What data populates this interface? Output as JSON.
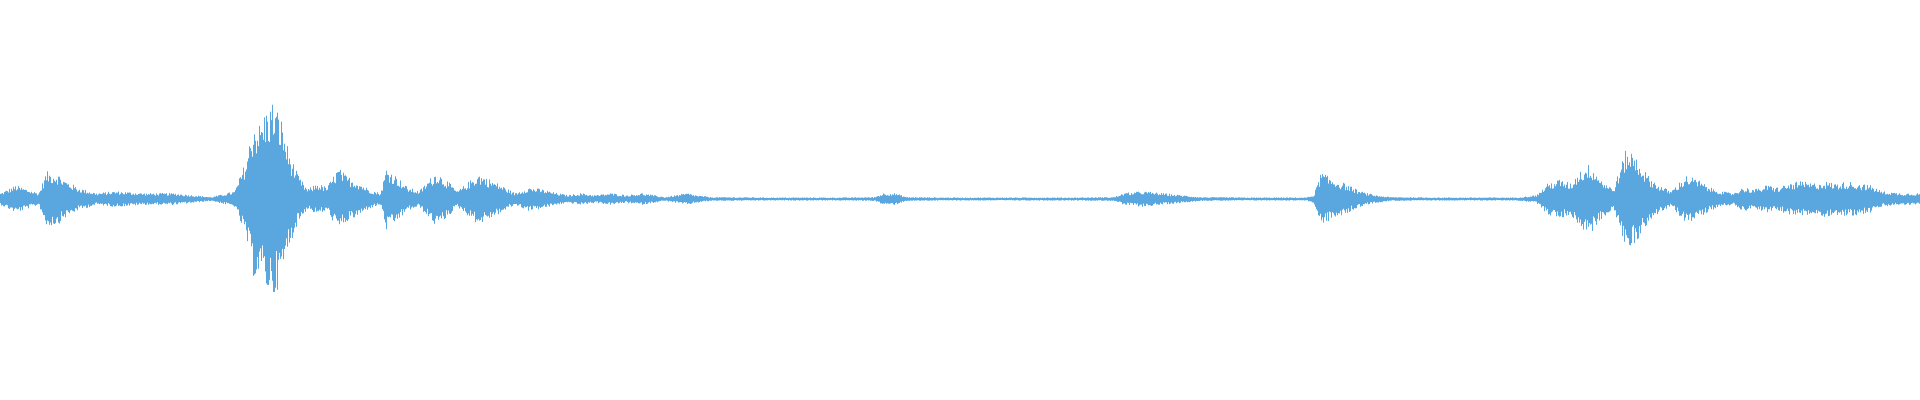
{
  "waveform": {
    "color": "#5aa7e0",
    "style": "audio-waveform",
    "envelope": [
      [
        0.0,
        0.03
      ],
      [
        0.008,
        0.07
      ],
      [
        0.02,
        0.03
      ],
      [
        0.024,
        0.14
      ],
      [
        0.03,
        0.13
      ],
      [
        0.033,
        0.1
      ],
      [
        0.04,
        0.06
      ],
      [
        0.05,
        0.03
      ],
      [
        0.06,
        0.04
      ],
      [
        0.075,
        0.03
      ],
      [
        0.09,
        0.03
      ],
      [
        0.1,
        0.02
      ],
      [
        0.11,
        0.01
      ],
      [
        0.122,
        0.04
      ],
      [
        0.128,
        0.2
      ],
      [
        0.132,
        0.4
      ],
      [
        0.135,
        0.38
      ],
      [
        0.138,
        0.45
      ],
      [
        0.142,
        0.5
      ],
      [
        0.146,
        0.42
      ],
      [
        0.15,
        0.25
      ],
      [
        0.155,
        0.12
      ],
      [
        0.16,
        0.05
      ],
      [
        0.165,
        0.08
      ],
      [
        0.17,
        0.06
      ],
      [
        0.176,
        0.16
      ],
      [
        0.18,
        0.12
      ],
      [
        0.186,
        0.09
      ],
      [
        0.192,
        0.05
      ],
      [
        0.198,
        0.03
      ],
      [
        0.201,
        0.16
      ],
      [
        0.206,
        0.12
      ],
      [
        0.212,
        0.06
      ],
      [
        0.218,
        0.04
      ],
      [
        0.227,
        0.14
      ],
      [
        0.232,
        0.1
      ],
      [
        0.238,
        0.04
      ],
      [
        0.249,
        0.13
      ],
      [
        0.255,
        0.1
      ],
      [
        0.261,
        0.07
      ],
      [
        0.268,
        0.03
      ],
      [
        0.275,
        0.06
      ],
      [
        0.282,
        0.05
      ],
      [
        0.29,
        0.03
      ],
      [
        0.296,
        0.02
      ],
      [
        0.302,
        0.03
      ],
      [
        0.31,
        0.02
      ],
      [
        0.318,
        0.03
      ],
      [
        0.326,
        0.02
      ],
      [
        0.334,
        0.03
      ],
      [
        0.34,
        0.02
      ],
      [
        0.346,
        0.01
      ],
      [
        0.352,
        0.02
      ],
      [
        0.358,
        0.03
      ],
      [
        0.362,
        0.02
      ],
      [
        0.37,
        0.01
      ],
      [
        0.4,
        0.008
      ],
      [
        0.44,
        0.008
      ],
      [
        0.455,
        0.01
      ],
      [
        0.46,
        0.03
      ],
      [
        0.466,
        0.03
      ],
      [
        0.472,
        0.01
      ],
      [
        0.49,
        0.008
      ],
      [
        0.52,
        0.008
      ],
      [
        0.56,
        0.008
      ],
      [
        0.58,
        0.01
      ],
      [
        0.585,
        0.03
      ],
      [
        0.595,
        0.04
      ],
      [
        0.605,
        0.03
      ],
      [
        0.615,
        0.02
      ],
      [
        0.625,
        0.01
      ],
      [
        0.65,
        0.008
      ],
      [
        0.68,
        0.008
      ],
      [
        0.684,
        0.02
      ],
      [
        0.688,
        0.14
      ],
      [
        0.692,
        0.11
      ],
      [
        0.7,
        0.08
      ],
      [
        0.708,
        0.04
      ],
      [
        0.716,
        0.02
      ],
      [
        0.724,
        0.01
      ],
      [
        0.75,
        0.008
      ],
      [
        0.79,
        0.008
      ],
      [
        0.8,
        0.02
      ],
      [
        0.806,
        0.08
      ],
      [
        0.812,
        0.1
      ],
      [
        0.818,
        0.08
      ],
      [
        0.822,
        0.14
      ],
      [
        0.828,
        0.18
      ],
      [
        0.834,
        0.1
      ],
      [
        0.84,
        0.05
      ],
      [
        0.847,
        0.26
      ],
      [
        0.852,
        0.22
      ],
      [
        0.858,
        0.12
      ],
      [
        0.864,
        0.07
      ],
      [
        0.87,
        0.04
      ],
      [
        0.878,
        0.12
      ],
      [
        0.884,
        0.1
      ],
      [
        0.89,
        0.06
      ],
      [
        0.896,
        0.04
      ],
      [
        0.902,
        0.03
      ],
      [
        0.908,
        0.06
      ],
      [
        0.914,
        0.05
      ],
      [
        0.92,
        0.07
      ],
      [
        0.926,
        0.06
      ],
      [
        0.932,
        0.08
      ],
      [
        0.938,
        0.09
      ],
      [
        0.944,
        0.08
      ],
      [
        0.95,
        0.09
      ],
      [
        0.956,
        0.08
      ],
      [
        0.962,
        0.09
      ],
      [
        0.968,
        0.08
      ],
      [
        0.974,
        0.07
      ],
      [
        0.98,
        0.04
      ],
      [
        0.99,
        0.03
      ],
      [
        1.0,
        0.03
      ]
    ]
  }
}
